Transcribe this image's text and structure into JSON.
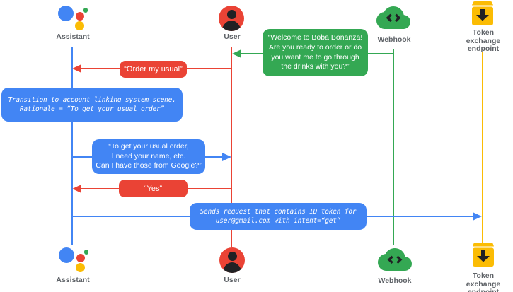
{
  "diagram_type": "sequence-diagram",
  "background": "#FFFFFF",
  "colors": {
    "assistant_blue": "#4285F4",
    "user_red": "#EA4335",
    "webhook_green": "#34A853",
    "token_yellow": "#FBBC04",
    "icon_ink": "#202124",
    "label_gray": "#5F6368",
    "bubble_text": "#FFFFFF"
  },
  "actors": {
    "assistant": {
      "label": "Assistant",
      "icon": "google-assistant-logo",
      "color": "#4285F4"
    },
    "user": {
      "label": "User",
      "icon": "person-circle",
      "color": "#EA4335"
    },
    "webhook": {
      "label": "Webhook",
      "icon": "code-cloud",
      "color": "#34A853"
    },
    "token_endpoint": {
      "label": "Token exchange\nendpoint",
      "icon": "archive-box-down-arrow",
      "color": "#FBBC04"
    }
  },
  "messages": {
    "welcome": {
      "from": "webhook",
      "to": "user",
      "style": "speech",
      "color": "#34A853",
      "text": "“Welcome to Boba Bonanza!\nAre you ready to order or do\nyou want me to go through\nthe drinks with you?”"
    },
    "order_my_usual": {
      "from": "user",
      "to": "assistant",
      "style": "speech",
      "color": "#EA4335",
      "text": "“Order my usual”"
    },
    "transition_note": {
      "actor": "assistant",
      "style": "system-note",
      "color": "#4285F4",
      "text": "Transition to account linking system scene.\nRationale = “To get your usual order”"
    },
    "ask_for_info": {
      "from": "assistant",
      "to": "user",
      "style": "speech",
      "color": "#4285F4",
      "text": "“To get your usual order,\nI need your name, etc.\nCan I have those from Google?”"
    },
    "yes": {
      "from": "user",
      "to": "assistant",
      "style": "speech",
      "color": "#EA4335",
      "text": "“Yes”"
    },
    "send_request": {
      "from": "assistant",
      "to": "token_endpoint",
      "style": "system-note",
      "color": "#4285F4",
      "text": "Sends request that contains ID token for\nuser@gmail.com with intent=“get”"
    }
  }
}
